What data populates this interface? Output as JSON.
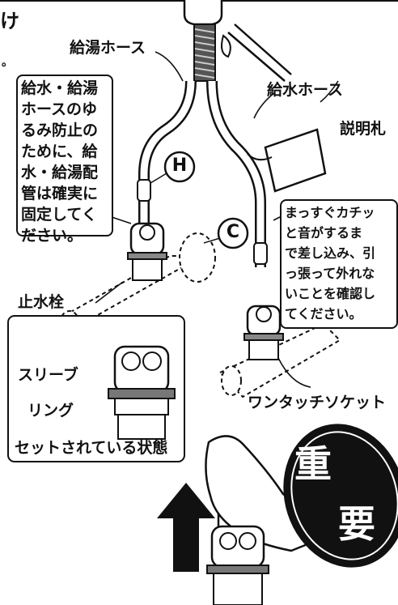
{
  "title_fragment": "け",
  "stray_mark": "。",
  "labels": {
    "hot_hose": "給湯ホース",
    "cold_hose": "給水ホース",
    "tag": "説明札",
    "stop_valve": "止水栓",
    "sleeve": "スリーブ",
    "ring": "リング",
    "one_touch_socket": "ワンタッチソケット",
    "set_state": "セットされている状態"
  },
  "markers": {
    "hot": "H",
    "cold": "C"
  },
  "note_left": [
    "給水・給湯",
    "ホースのゆ",
    "るみ防止の",
    "ために、給",
    "水・給湯配",
    "管は確実に",
    "固定してく",
    "ださい。"
  ],
  "note_right": [
    "まっすぐカチッ",
    "と音がするま",
    "で差し込み、引",
    "っ張って外れな",
    "いことを確認し",
    "てください。"
  ],
  "badge": {
    "line1": "重",
    "line2": "要"
  }
}
